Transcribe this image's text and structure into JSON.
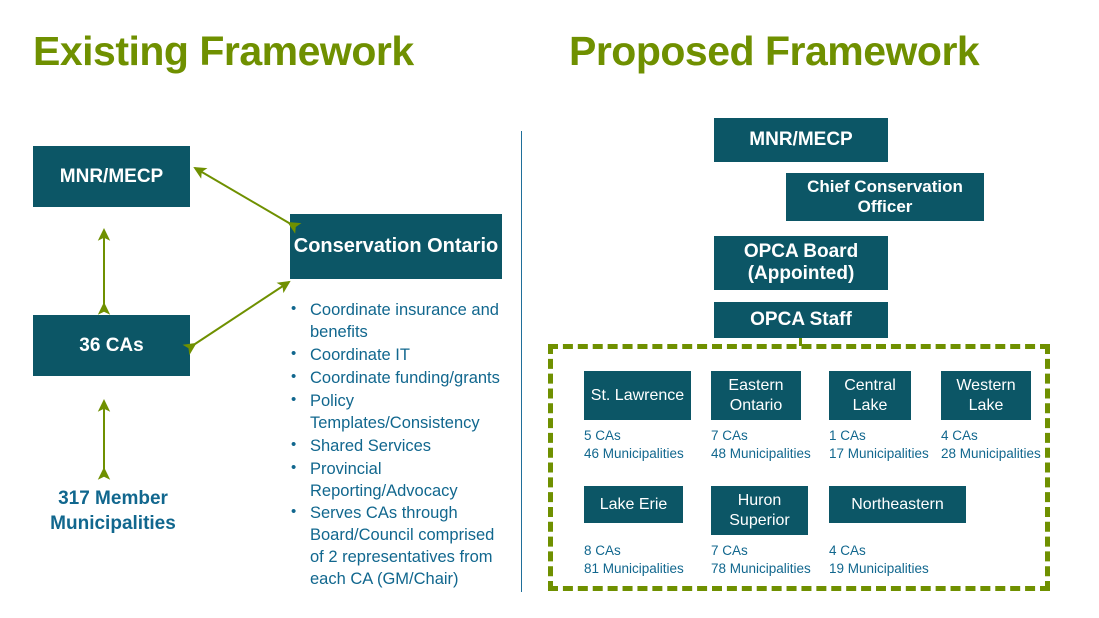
{
  "colors": {
    "teal": "#0c5666",
    "olive": "#6f9000",
    "text_blue": "#11678e",
    "divider": "#1f6f9a",
    "background": "#ffffff"
  },
  "headings": {
    "existing": "Existing Framework",
    "proposed": "Proposed Framework"
  },
  "existing": {
    "boxes": {
      "ministry": "MNR/MECP",
      "cas": "36 CAs",
      "conservation_ontario": "Conservation Ontario"
    },
    "member_municipalities": "317 Member Municipalities",
    "bullets": [
      "Coordinate insurance and benefits",
      "Coordinate IT",
      "Coordinate funding/grants",
      "Policy Templates/Consistency",
      "Shared Services",
      "Provincial Reporting/Advocacy",
      "Serves CAs through Board/Council comprised of 2 representatives from each CA (GM/Chair)"
    ]
  },
  "proposed": {
    "boxes": {
      "ministry": "MNR/MECP",
      "chief_conservation_officer": "Chief Conservation Officer",
      "opca_board": "OPCA Board (Appointed)",
      "opca_staff": "OPCA Staff"
    },
    "regions": [
      {
        "name": "St. Lawrence",
        "cas": "5 CAs",
        "municipalities": "46 Municipalities"
      },
      {
        "name": "Eastern Ontario",
        "cas": "7 CAs",
        "municipalities": "48 Municipalities"
      },
      {
        "name": "Central Lake",
        "cas": "1 CAs",
        "municipalities": "17 Municipalities"
      },
      {
        "name": "Western Lake",
        "cas": "4 CAs",
        "municipalities": "28 Municipalities"
      },
      {
        "name": "Lake Erie",
        "cas": "8 CAs",
        "municipalities": "81 Municipalities"
      },
      {
        "name": "Huron Superior",
        "cas": "7 CAs",
        "municipalities": "78 Municipalities"
      },
      {
        "name": "Northeastern",
        "cas": "4 CAs",
        "municipalities": "19 Municipalities"
      }
    ]
  }
}
